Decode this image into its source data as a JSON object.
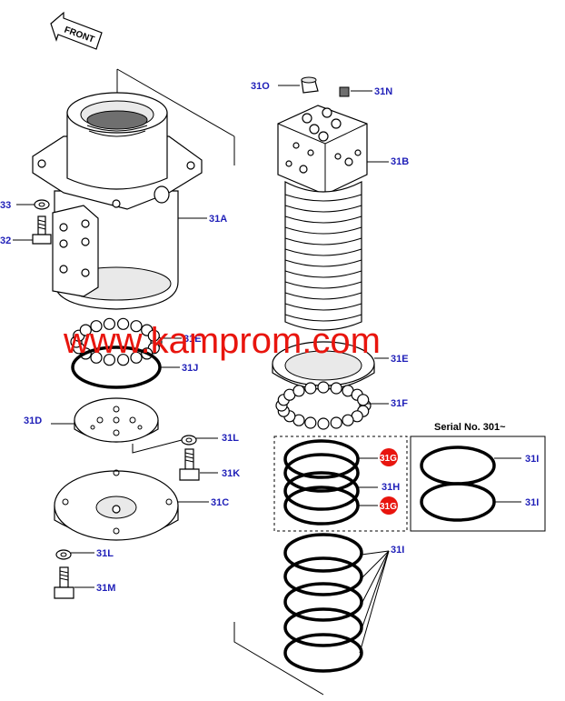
{
  "diagram": {
    "front_label": "FRONT",
    "watermark": "www.kamprom.com",
    "serial_label": "Serial No. 301~",
    "callouts": {
      "o31O": "31O",
      "o31N": "31N",
      "o31B": "31B",
      "o31A": "31A",
      "o31E_upper": "31E",
      "o31J": "31J",
      "o31D": "31D",
      "o31L_upper": "31L",
      "o31K": "31K",
      "o31C": "31C",
      "o31L_lower": "31L",
      "o31M": "31M",
      "o31E": "31E",
      "o31F": "31F",
      "o31G_upper": "31G",
      "o31H": "31H",
      "o31G_lower": "31G",
      "o31I_box_upper": "31I",
      "o31I_box_lower": "31I",
      "o31I_stack": "31I",
      "o33": "33",
      "o32": "32"
    },
    "colors": {
      "label": "#1f1fb8",
      "watermark": "#e8150e",
      "highlight": "#e8150e"
    }
  }
}
